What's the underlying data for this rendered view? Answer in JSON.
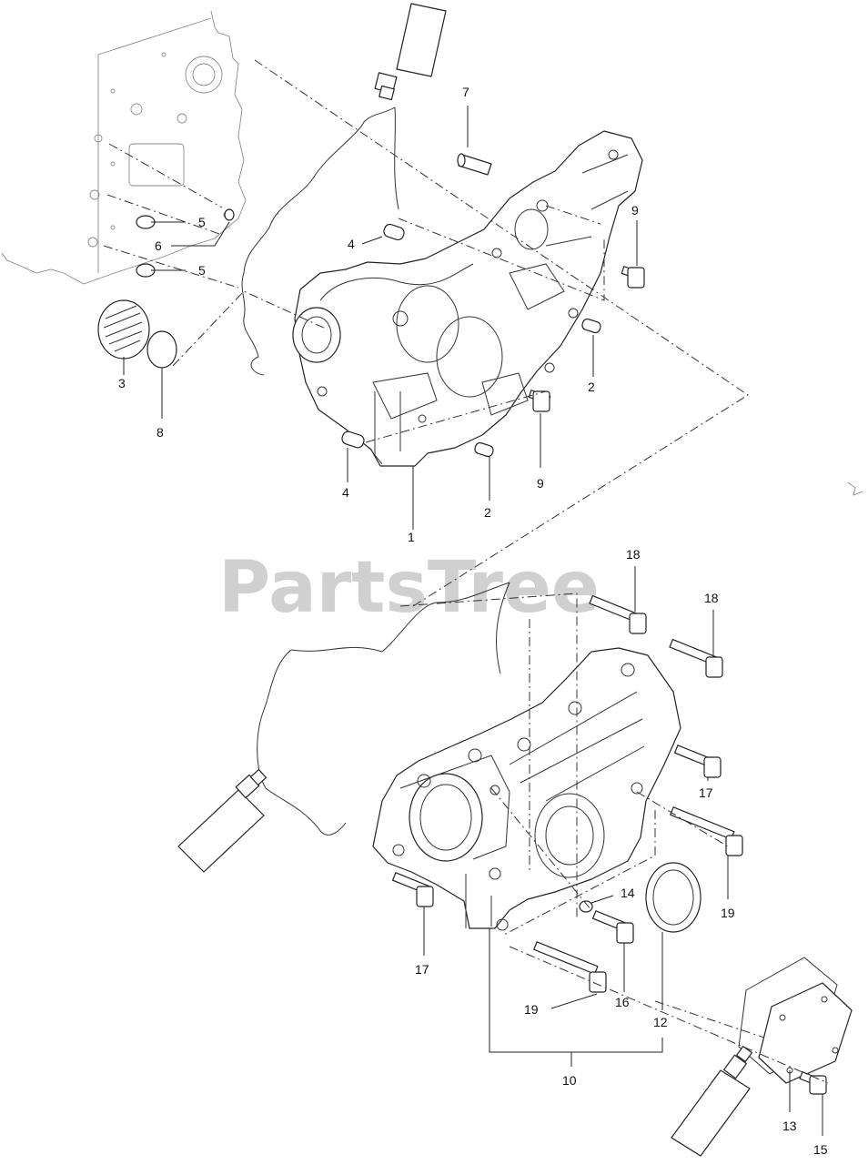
{
  "watermark": "PartsTree",
  "callouts": {
    "c1": "1",
    "c2a": "2",
    "c2b": "2",
    "c3": "3",
    "c4a": "4",
    "c4b": "4",
    "c5a": "5",
    "c5b": "5",
    "c6": "6",
    "c7": "7",
    "c8": "8",
    "c9a": "9",
    "c9b": "9",
    "c10": "10",
    "c12": "12",
    "c13": "13",
    "c14": "14",
    "c15": "15",
    "c16": "16",
    "c17a": "17",
    "c17b": "17",
    "c18a": "18",
    "c18b": "18",
    "c19a": "19",
    "c19b": "19"
  }
}
